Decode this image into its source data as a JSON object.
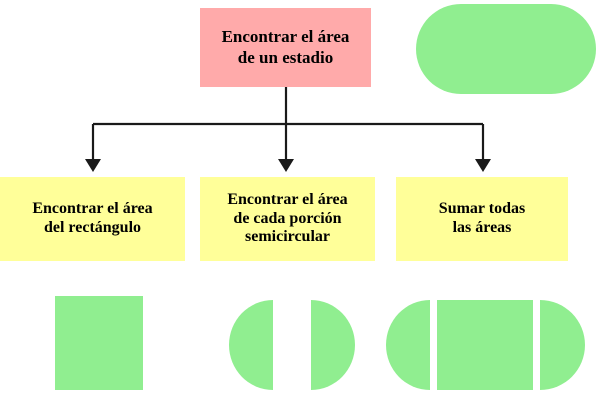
{
  "diagram": {
    "title_node": {
      "label": "Encontrar el área\nde un estadio",
      "fill": "#ffaaaa"
    },
    "steps": [
      {
        "label": "Encontrar el área\ndel rectángulo",
        "fill": "#ffff99"
      },
      {
        "label": "Encontrar el área\nde cada porción\nsemicircular",
        "fill": "#ffff99"
      },
      {
        "label": "Sumar todas\nlas áreas",
        "fill": "#ffff99"
      }
    ],
    "figures": {
      "stadium": {
        "name": "stadium-shape",
        "fill": "#90ee90"
      },
      "rectangle": {
        "name": "rectangle-shape",
        "fill": "#90ee90"
      },
      "semicircle_left": {
        "name": "semicircle-left-shape",
        "fill": "#90ee90"
      },
      "semicircle_right": {
        "name": "semicircle-right-shape",
        "fill": "#90ee90"
      },
      "assembled": {
        "name": "assembled-stadium-shape",
        "fill": "#90ee90"
      }
    },
    "connector": {
      "stroke": "#1a1a1a",
      "arrow_count": 3
    }
  }
}
